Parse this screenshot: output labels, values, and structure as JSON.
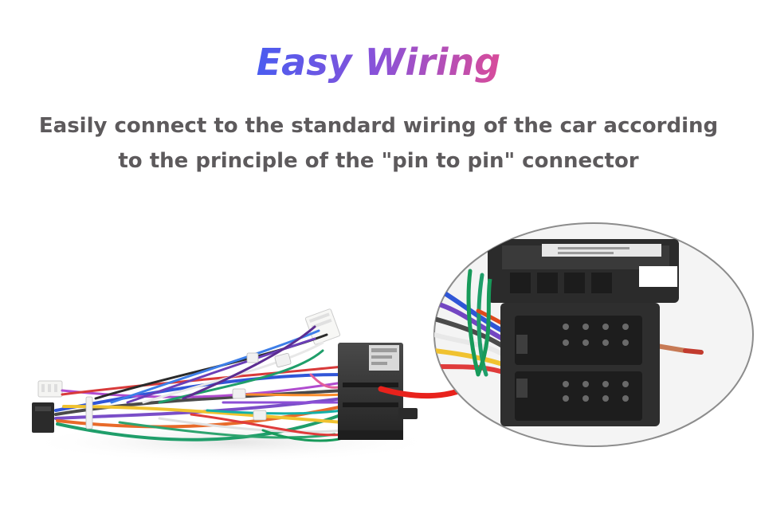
{
  "header": {
    "title": "Easy Wiring",
    "subtitle_line1": "Easily connect to the standard wiring of the car according",
    "subtitle_line2": "to the principle of the \"pin to pin\" connector"
  },
  "product": {
    "image_name": "wiring-harness-photo",
    "callout_name": "connector-closeup-magnifier",
    "arrow_color": "#e8221c"
  }
}
